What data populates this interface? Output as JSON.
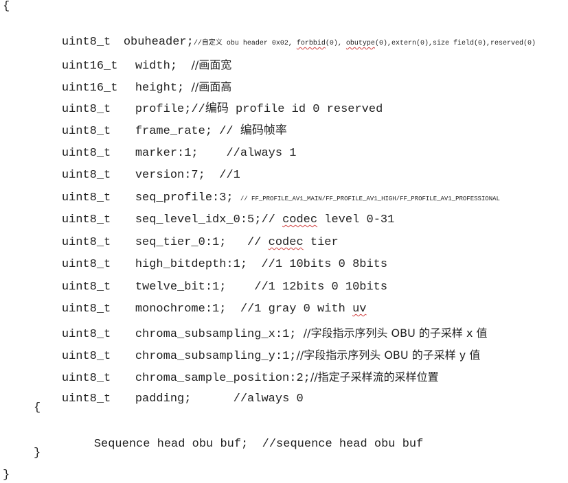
{
  "brace_open": "{",
  "brace_close": "}",
  "inner_open": "{",
  "inner_close": "}",
  "lines": [
    {
      "type": "uint8_t",
      "name": "obuheader;",
      "comment_prefix": "//",
      "comment_cn": "自定义",
      "comment_rest_a": " obu header 0x02, ",
      "comment_sq1": "forbbid",
      "comment_rest_b": "(0), ",
      "comment_sq2": "obutype",
      "comment_rest_c": "(0),extern(0),size field(0),reserved(0)"
    },
    {
      "type": "uint16_t",
      "name": "width;",
      "comment": "//画面宽"
    },
    {
      "type": "uint16_t",
      "name": "height;",
      "comment": "//画面高"
    },
    {
      "type": "uint8_t",
      "name": "profile;",
      "comment": "//编码 profile id 0 reserved"
    },
    {
      "type": "uint8_t",
      "name": "frame_rate;",
      "comment": "// 编码帧率"
    },
    {
      "type": "uint8_t",
      "name": "marker:1;",
      "comment": "//always 1"
    },
    {
      "type": "uint8_t",
      "name": "version:7;",
      "comment": "//1"
    },
    {
      "type": "uint8_t",
      "name": "seq_profile:3;",
      "comment": "// FF_PROFILE_AV1_MAIN/FF_PROFILE_AV1_HIGH/FF_PROFILE_AV1_PROFESSIONAL"
    },
    {
      "type": "uint8_t",
      "name": "seq_level_idx_0:5;",
      "comment_a": "// ",
      "comment_sq": "codec",
      "comment_b": " level 0-31"
    },
    {
      "type": "uint8_t",
      "name": "seq_tier_0:1;",
      "comment_a": "// ",
      "comment_sq": "codec",
      "comment_b": " tier"
    },
    {
      "type": "uint8_t",
      "name": "high_bitdepth:1;",
      "comment": "//1 10bits 0 8bits"
    },
    {
      "type": "uint8_t",
      "name": "twelve_bit:1;",
      "comment": "//1 12bits 0 10bits"
    },
    {
      "type": "uint8_t",
      "name": "monochrome:1;",
      "comment_a": "//1 gray 0 with ",
      "comment_sq": "uv"
    },
    {
      "type": "uint8_t",
      "name": "chroma_subsampling_x:1;",
      "comment": "//字段指示序列头 OBU 的子采样 x 值"
    },
    {
      "type": "uint8_t",
      "name": "chroma_subsampling_y:1;",
      "comment": "//字段指示序列头 OBU 的子采样 y 值"
    },
    {
      "type": "uint8_t",
      "name": "chroma_sample_position:2;",
      "comment": "//指定子采样流的采样位置"
    },
    {
      "type": "uint8_t",
      "name": "padding;",
      "comment": "//always 0"
    }
  ],
  "inner_line": {
    "code": "Sequence head obu buf;",
    "comment": "//sequence head obu buf"
  }
}
